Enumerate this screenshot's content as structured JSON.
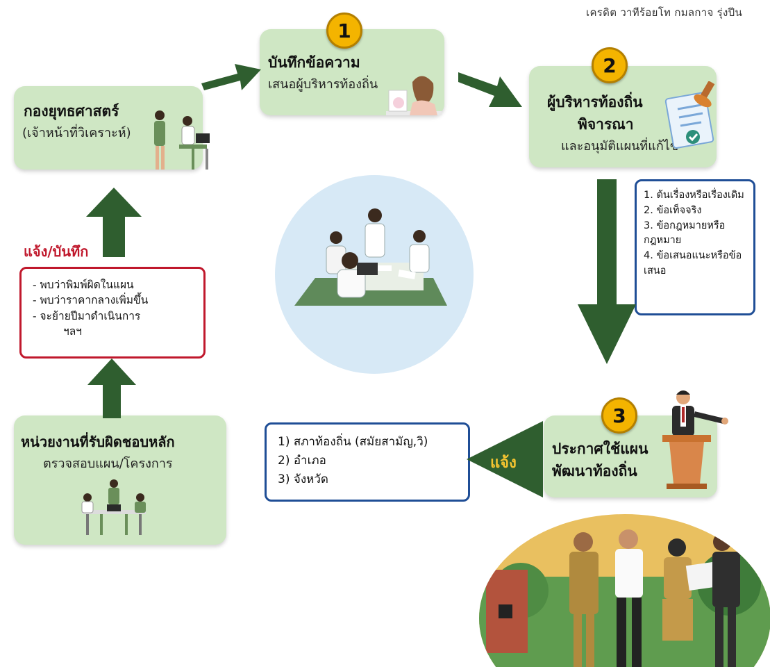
{
  "credit": "เครดิต วาทีร้อยโท กมลกาจ รุ่งปีน",
  "step1": {
    "badge": "1",
    "title": "บันทึกข้อความ",
    "subtitle": "เสนอผู้บริหารท้องถิ่น"
  },
  "step2": {
    "badge": "2",
    "title_line1": "ผู้บริหารท้องถิ่น",
    "title_line2": "พิจารณา",
    "subtitle": "และอนุมัติแผนที่แก้ไข"
  },
  "step3": {
    "badge": "3",
    "title_line1": "ประกาศใช้แผน",
    "title_line2": "พัฒนาท้องถิ่น"
  },
  "strategy_box": {
    "title": "กองยุทธศาสตร์",
    "subtitle": "(เจ้าหน้าที่วิเคราะห์)"
  },
  "responsible_box": {
    "title": "หน่วยงานที่รับผิดชอบหลัก",
    "subtitle": "ตรวจสอบแผน/โครงการ"
  },
  "notify_record_label": "แจ้ง/บันทึก",
  "notify_label": "แจ้ง",
  "issues_note": {
    "items": [
      "- พบว่าพิมพ์ผิดในแผน",
      "- พบว่าราคากลางเพิ่มขึ้น",
      "- จะย้ายปีมาดำเนินการ",
      "ฯลฯ"
    ]
  },
  "criteria_note": {
    "items": [
      "1. ต้นเรื่องหรือเรื่องเดิม",
      "2. ข้อเท็จจริง",
      "3. ข้อกฎหมายหรือกฎหมาย",
      "4. ข้อเสนอแนะหรือข้อเสนอ"
    ]
  },
  "recipients_note": {
    "items": [
      "1) สภาท้องถิ่น (สมัยสามัญ,วิ)",
      "2) อำเภอ",
      "3) จังหวัด"
    ]
  },
  "colors": {
    "box_green": "#cfe7c4",
    "arrow_green": "#2f5e2f",
    "badge_yellow": "#f4b400",
    "red_border": "#c0182c",
    "blue_border": "#1f4e96"
  }
}
